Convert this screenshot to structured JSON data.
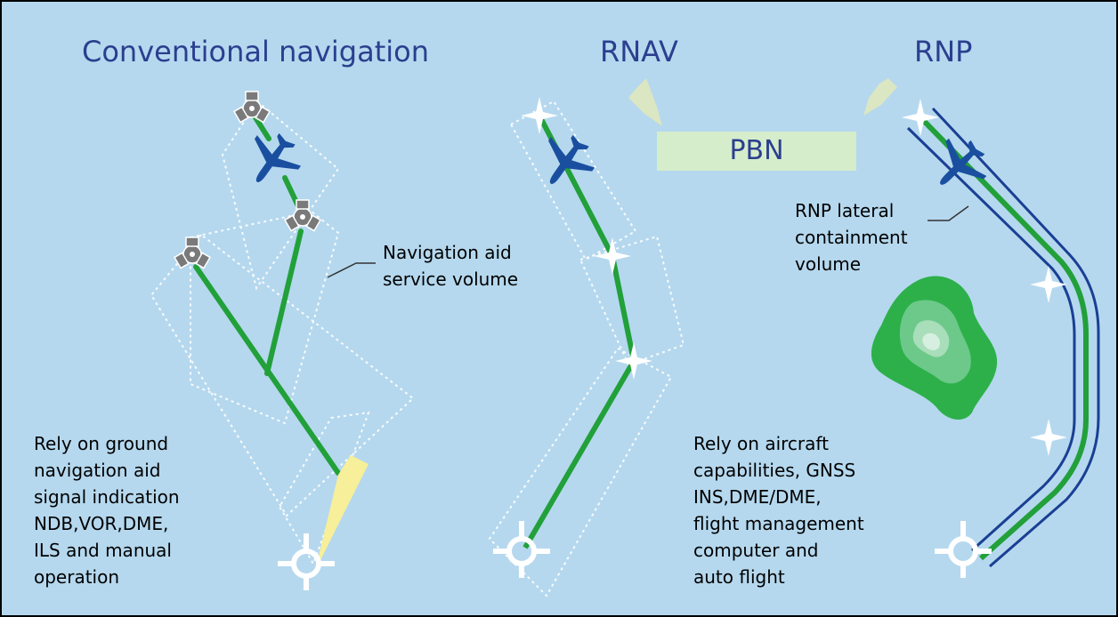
{
  "titles": {
    "conventional": "Conventional navigation",
    "rnav": "RNAV",
    "rnp": "RNP"
  },
  "pbn_box": {
    "label": "PBN"
  },
  "labels": {
    "navaid_service_volume": "Navigation aid\nservice volume",
    "rnp_containment": "RNP lateral\ncontainment\nvolume"
  },
  "notes": {
    "left": "Rely on ground\nnavigation aid\nsignal indication\nNDB,VOR,DME,\nILS and manual\noperation",
    "right": "Rely on aircraft\ncapabilities, GNSS\nINS,DME/DME,\nflight management\ncomputer and\nauto flight"
  },
  "colors": {
    "background": "#b5d8ee",
    "title_text": "#2b3f8f",
    "route_line": "#22a03a",
    "aircraft": "#1a4fa0",
    "navaid": "#7a7a7a",
    "pbn_box": "#d6edcc",
    "rnp_boundary": "#1a3f94",
    "terrain": "#2db04a",
    "ils_beam": "#f7ef9a"
  },
  "icons": [
    "navaid-icon",
    "aircraft-icon",
    "waypoint-star-icon",
    "runway-threshold-icon",
    "terrain-icon",
    "arrow-icon"
  ]
}
